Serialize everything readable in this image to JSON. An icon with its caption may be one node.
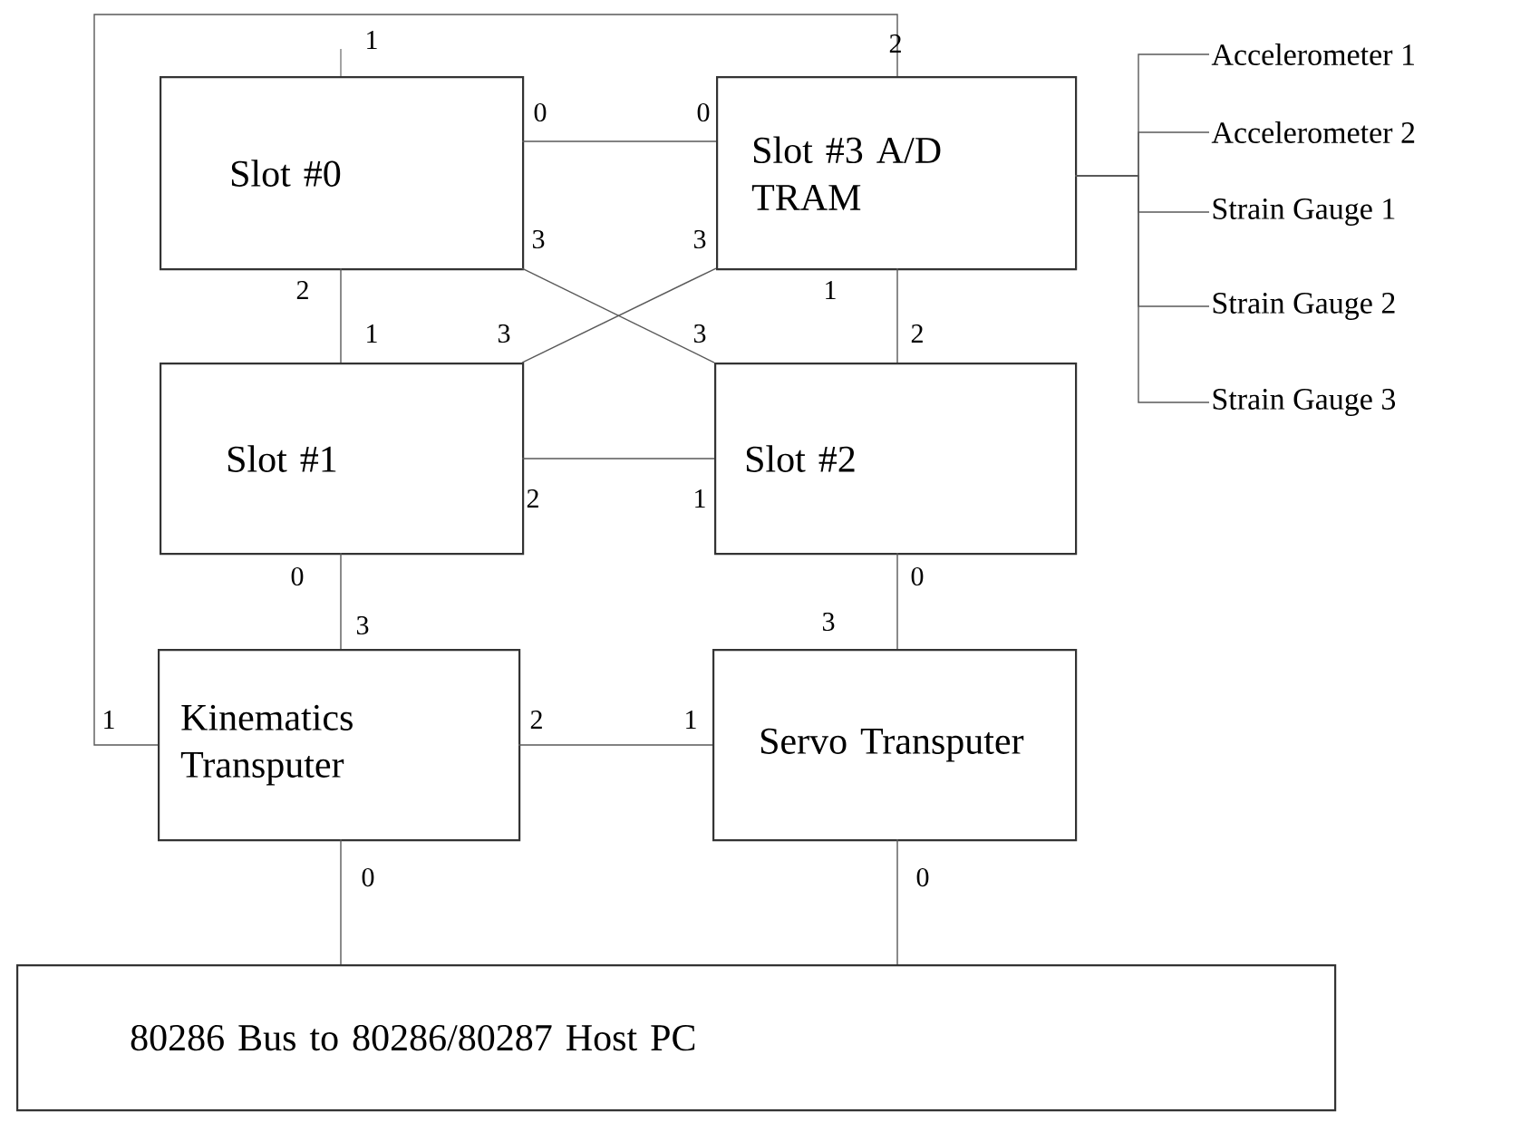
{
  "diagram": {
    "nodes": [
      {
        "text": [
          "Slot #0"
        ]
      },
      {
        "text": [
          "Slot #3 A/D TRAM"
        ]
      },
      {
        "text": [
          "Slot #1"
        ]
      },
      {
        "text": [
          "Slot #2"
        ]
      },
      {
        "text": [
          "Kinematics Transputer"
        ]
      },
      {
        "text": [
          "Servo Transputer"
        ]
      },
      {
        "text": [
          "80286 Bus to 80286/80287 Host PC"
        ]
      },
      {
        "text": [
          "Accelerometer 1"
        ]
      },
      {
        "text": [
          "Accelerometer 2"
        ]
      },
      {
        "text": [
          "Strain Gauge 1"
        ]
      },
      {
        "text": [
          "Strain Gauge 2"
        ]
      },
      {
        "text": [
          "Strain Gauge 3"
        ]
      }
    ],
    "edges": [
      {
        "from": 0,
        "to": 1,
        "arrow": "none"
      },
      {
        "from": 0,
        "to": 3,
        "arrow": "none"
      },
      {
        "from": 2,
        "to": 1,
        "arrow": "none"
      },
      {
        "from": 2,
        "to": 3,
        "arrow": "none"
      },
      {
        "from": 0,
        "to": 2,
        "arrow": "none"
      },
      {
        "from": 1,
        "to": 3,
        "arrow": "none"
      },
      {
        "from": 4,
        "to": 1,
        "arrow": "none"
      },
      {
        "from": 2,
        "to": 4,
        "arrow": "none"
      },
      {
        "from": 3,
        "to": 5,
        "arrow": "none"
      },
      {
        "from": 4,
        "to": 5,
        "arrow": "none"
      },
      {
        "from": 4,
        "to": 6,
        "arrow": "none"
      },
      {
        "from": 5,
        "to": 6,
        "arrow": "none"
      },
      {
        "from": 1,
        "to": 7,
        "arrow": "none"
      },
      {
        "from": 1,
        "to": 8,
        "arrow": "none"
      },
      {
        "from": 1,
        "to": 9,
        "arrow": "none"
      },
      {
        "from": 1,
        "to": 10,
        "arrow": "none"
      },
      {
        "from": 1,
        "to": 11,
        "arrow": "none"
      }
    ],
    "labels": [
      "1",
      "2",
      "0",
      "0",
      "3",
      "3",
      "2",
      "1",
      "1",
      "3",
      "3",
      "2",
      "2",
      "1",
      "0",
      "0",
      "3",
      "3",
      "1",
      "2",
      "1",
      "0",
      "0"
    ]
  }
}
